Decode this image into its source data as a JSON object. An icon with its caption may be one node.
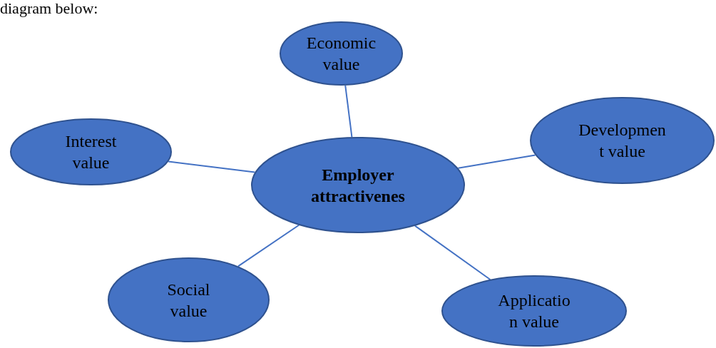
{
  "diagram": {
    "nodes": [
      {
        "text": [
          "Economic value"
        ]
      },
      {
        "text": [
          "Interest value"
        ]
      },
      {
        "text": [
          "Developmen t value"
        ]
      },
      {
        "text": [
          "Employer attractivenes"
        ]
      },
      {
        "text": [
          "Social value"
        ]
      },
      {
        "text": [
          "Applicatio n value"
        ]
      }
    ],
    "edges": [
      {
        "from": 3,
        "to": 0,
        "arrow": "none"
      },
      {
        "from": 3,
        "to": 1,
        "arrow": "none"
      },
      {
        "from": 3,
        "to": 2,
        "arrow": "none"
      },
      {
        "from": 3,
        "to": 4,
        "arrow": "none"
      },
      {
        "from": 3,
        "to": 5,
        "arrow": "none"
      }
    ],
    "labels": [
      "diagram below:"
    ]
  }
}
